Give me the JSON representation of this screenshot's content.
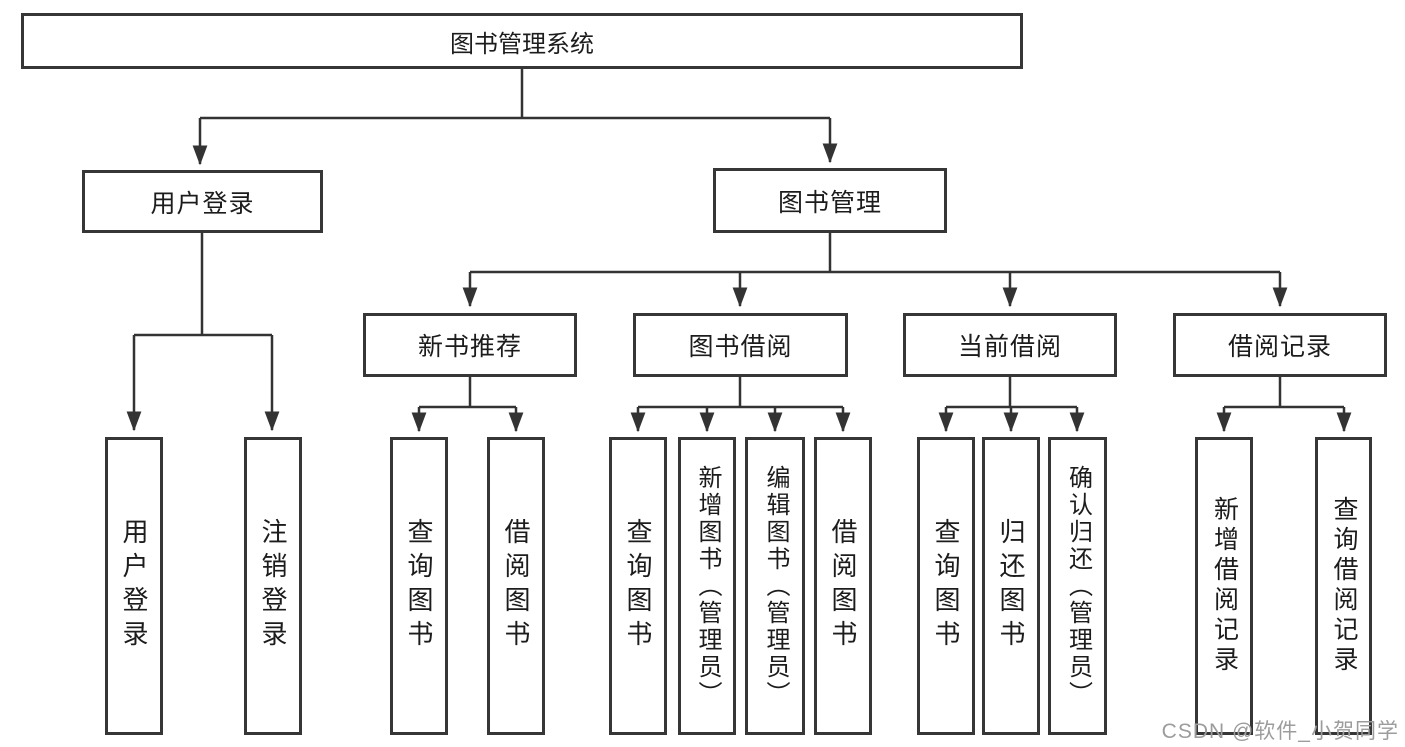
{
  "diagram": {
    "title": "图书管理系统",
    "root": {
      "label": "图书管理系统"
    },
    "level2": [
      {
        "label": "用户登录"
      },
      {
        "label": "图书管理"
      }
    ],
    "level3": [
      {
        "label": "新书推荐"
      },
      {
        "label": "图书借阅"
      },
      {
        "label": "当前借阅"
      },
      {
        "label": "借阅记录"
      }
    ],
    "leaves": [
      {
        "label": "用户登录",
        "parent": "用户登录"
      },
      {
        "label": "注销登录",
        "parent": "用户登录"
      },
      {
        "label": "查询图书",
        "parent": "新书推荐"
      },
      {
        "label": "借阅图书",
        "parent": "新书推荐"
      },
      {
        "label": "查询图书",
        "parent": "图书借阅"
      },
      {
        "label": "新增图书（管理员）",
        "parent": "图书借阅"
      },
      {
        "label": "编辑图书（管理员）",
        "parent": "图书借阅"
      },
      {
        "label": "借阅图书",
        "parent": "图书借阅"
      },
      {
        "label": "查询图书",
        "parent": "当前借阅"
      },
      {
        "label": "归还图书",
        "parent": "当前借阅"
      },
      {
        "label": "确认归还（管理员）",
        "parent": "当前借阅"
      },
      {
        "label": "新增借阅记录",
        "parent": "借阅记录"
      },
      {
        "label": "查询借阅记录",
        "parent": "借阅记录"
      }
    ]
  },
  "watermark": {
    "text": "CSDN @软件_小贺同学"
  },
  "colors": {
    "line": "#333333",
    "box_border": "#363636",
    "text": "#1c1c1c",
    "watermark": "#9c9c9c",
    "background": "#ffffff"
  }
}
